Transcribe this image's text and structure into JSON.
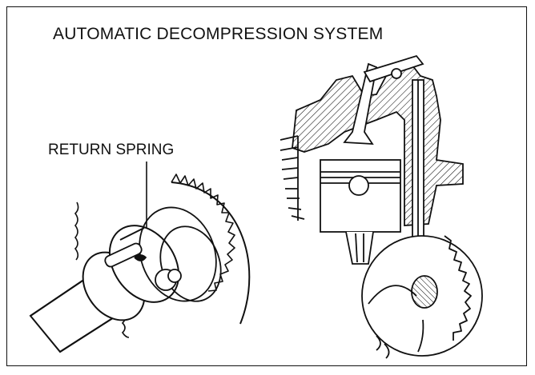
{
  "diagram": {
    "title": "AUTOMATIC DECOMPRESSION SYSTEM",
    "callouts": [
      {
        "id": "return-spring",
        "text": "RETURN SPRING"
      }
    ],
    "colors": {
      "ink": "#111111",
      "paper": "#ffffff"
    }
  }
}
